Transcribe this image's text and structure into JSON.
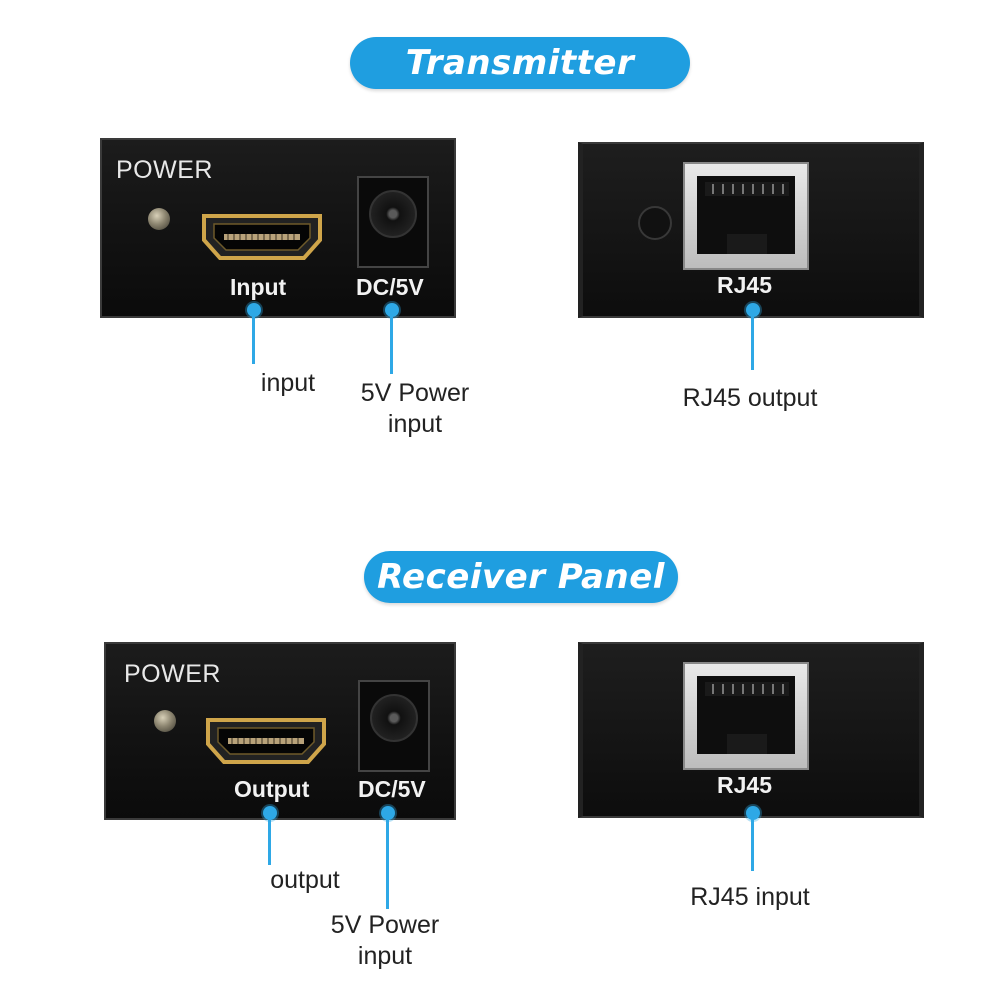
{
  "transmitter": {
    "title": "Transmitter Panel",
    "left_device": {
      "power_label": "POWER",
      "hdmi_label": "Input",
      "dc_label": "DC/5V",
      "hdmi_callout": "input",
      "dc_callout_line1": "5V Power",
      "dc_callout_line2": "input"
    },
    "right_device": {
      "rj45_label": "RJ45",
      "rj45_callout": "RJ45 output"
    }
  },
  "receiver": {
    "title": "Receiver Panel",
    "left_device": {
      "power_label": "POWER",
      "hdmi_label": "Output",
      "dc_label": "DC/5V",
      "hdmi_callout": "output",
      "dc_callout_line1": "5V Power",
      "dc_callout_line2": "input"
    },
    "right_device": {
      "rj45_label": "RJ45",
      "rj45_callout": "RJ45 input"
    }
  },
  "colors": {
    "accent": "#1f9ee0",
    "device_body": "#141414",
    "connector_line": "#2ea8e6"
  },
  "icons": [
    "power-led-icon",
    "hdmi-port-icon",
    "dc-jack-icon",
    "rj45-port-icon",
    "reset-button-icon"
  ]
}
